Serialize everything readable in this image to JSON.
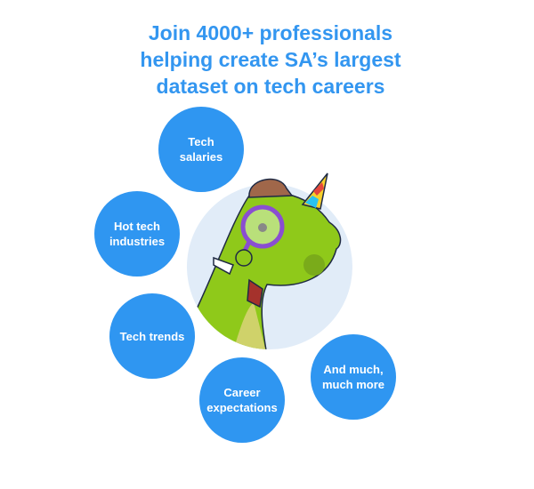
{
  "title": {
    "lines": [
      "Join 4000+ professionals",
      "helping create SA’s largest",
      "dataset on tech careers"
    ]
  },
  "features": [
    {
      "line1": "Tech",
      "line2": "salaries"
    },
    {
      "line1": "Hot tech",
      "line2": "industries"
    },
    {
      "line1": "Tech trends",
      "line2": ""
    },
    {
      "line1": "Career",
      "line2": "expectations"
    },
    {
      "line1": "And much,",
      "line2": "much more"
    }
  ],
  "colors": {
    "accent": "#2f96f1",
    "title": "#3396f0",
    "backdrop": "#e1ecf8"
  }
}
